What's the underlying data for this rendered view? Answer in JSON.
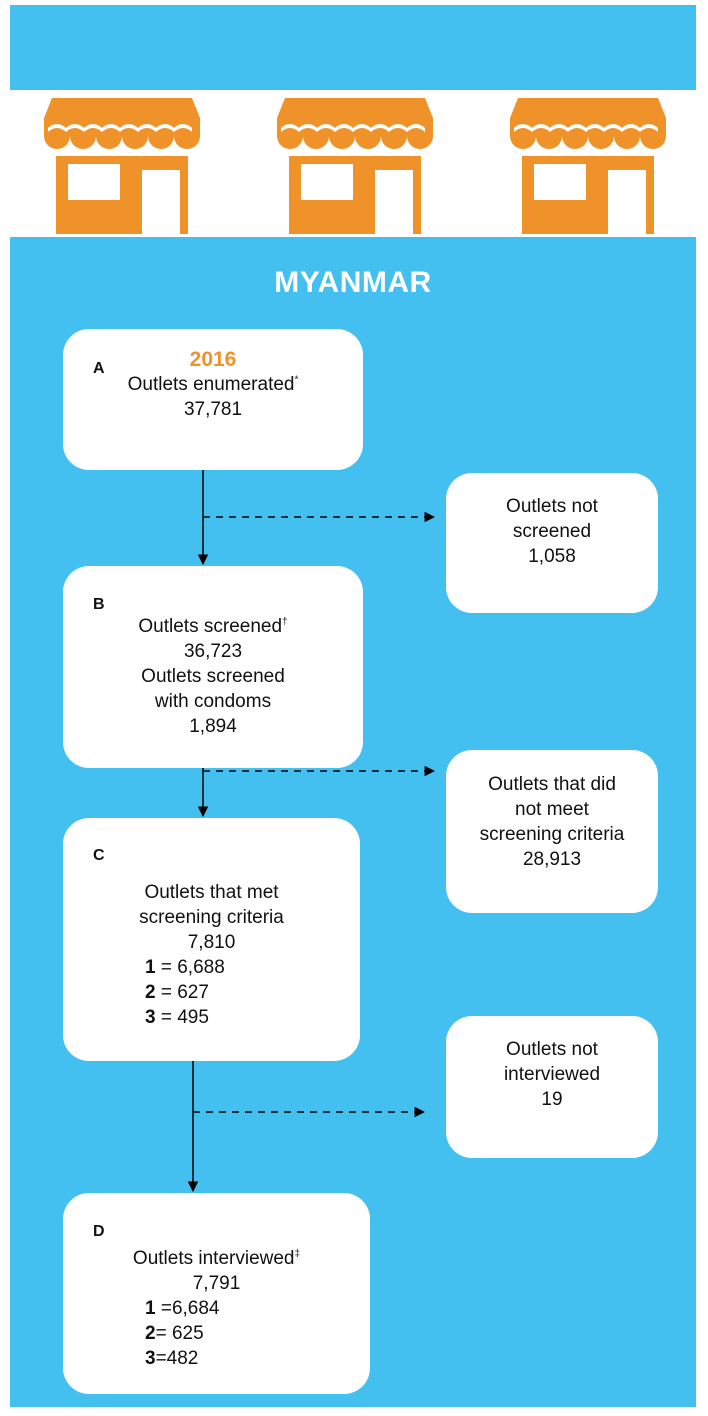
{
  "title": "MYANMAR",
  "colors": {
    "panel": "#43c0ef",
    "shop": "#f0922a",
    "box": "#ffffff",
    "year": "#f0922a"
  },
  "shop_icons": [
    "shop-icon",
    "shop-icon",
    "shop-icon"
  ],
  "boxes": {
    "a": {
      "letter": "A",
      "year": "2016",
      "label": "Outlets enumerated",
      "mark": "*",
      "value": "37,781"
    },
    "b": {
      "letter": "B",
      "label": "Outlets screened",
      "mark": "†",
      "value": "36,723",
      "sub_label_1": "Outlets screened",
      "sub_label_2": "with condoms",
      "sub_value": "1,894"
    },
    "c": {
      "letter": "C",
      "label_1": "Outlets that met",
      "label_2": "screening criteria",
      "value": "7,810",
      "rows": [
        {
          "key": "1",
          "text": " = 6,688"
        },
        {
          "key": "2",
          "text": " = 627"
        },
        {
          "key": "3",
          "text": " = 495"
        }
      ]
    },
    "d": {
      "letter": "D",
      "label": "Outlets interviewed",
      "mark": "‡",
      "value": "7,791",
      "rows": [
        {
          "key": "1",
          "text": " =6,684"
        },
        {
          "key": "2",
          "text": "= 625"
        },
        {
          "key": "3",
          "text": "=482"
        }
      ]
    }
  },
  "side_boxes": {
    "not_screened": {
      "line_1": "Outlets not",
      "line_2": "screened",
      "value": "1,058"
    },
    "not_met": {
      "line_1": "Outlets that did",
      "line_2": "not meet",
      "line_3": "screening criteria",
      "value": "28,913"
    },
    "not_interviewed": {
      "line_1": "Outlets not",
      "line_2": "interviewed",
      "value": "19"
    }
  }
}
